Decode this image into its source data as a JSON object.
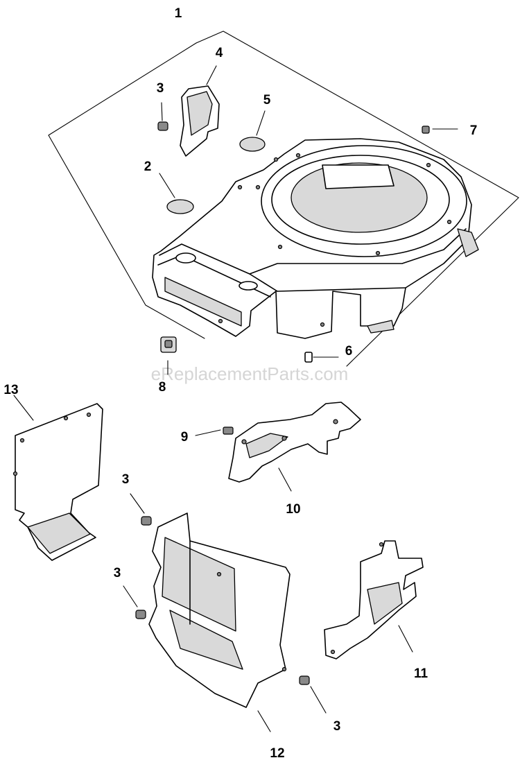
{
  "watermark": "eReplacementParts.com",
  "callouts": [
    {
      "id": "c1",
      "text": "1"
    },
    {
      "id": "c2",
      "text": "2"
    },
    {
      "id": "c3a",
      "text": "3"
    },
    {
      "id": "c3b",
      "text": "3"
    },
    {
      "id": "c3c",
      "text": "3"
    },
    {
      "id": "c3d",
      "text": "3"
    },
    {
      "id": "c4",
      "text": "4"
    },
    {
      "id": "c5",
      "text": "5"
    },
    {
      "id": "c6",
      "text": "6"
    },
    {
      "id": "c7",
      "text": "7"
    },
    {
      "id": "c8",
      "text": "8"
    },
    {
      "id": "c9",
      "text": "9"
    },
    {
      "id": "c10",
      "text": "10"
    },
    {
      "id": "c11",
      "text": "11"
    },
    {
      "id": "c12",
      "text": "12"
    },
    {
      "id": "c13",
      "text": "13"
    }
  ]
}
